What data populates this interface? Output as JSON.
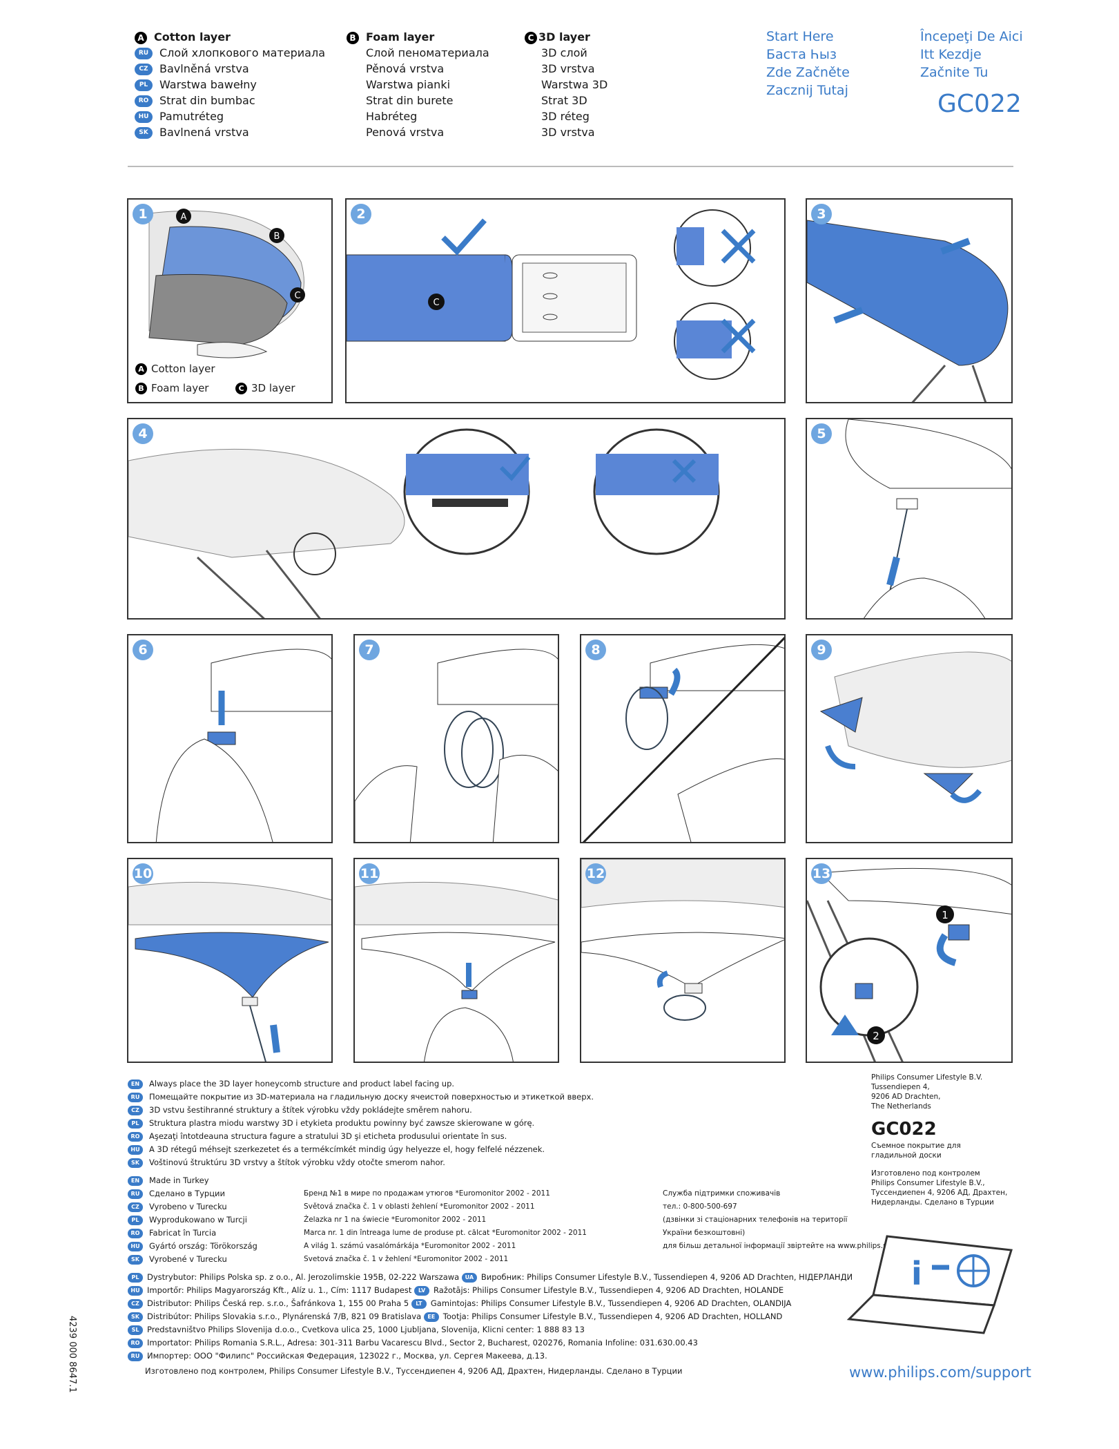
{
  "header": {
    "col1": [
      {
        "badge": "A",
        "text": "Cotton layer",
        "bold": true
      },
      {
        "lang": "RU",
        "text": "Слой хлопкового материала"
      },
      {
        "lang": "CZ",
        "text": "Bavlněná vrstva"
      },
      {
        "lang": "PL",
        "text": "Warstwa bawełny"
      },
      {
        "lang": "RO",
        "text": "Strat din bumbac"
      },
      {
        "lang": "HU",
        "text": "Pamutréteg"
      },
      {
        "lang": "SK",
        "text": "Bavlnená vrstva"
      }
    ],
    "col2": [
      {
        "badge": "B",
        "text": "Foam layer",
        "bold": true
      },
      {
        "text": "Слой пеноматериала"
      },
      {
        "text": "Pěnová vrstva"
      },
      {
        "text": "Warstwa pianki"
      },
      {
        "text": "Strat din burete"
      },
      {
        "text": "Habréteg"
      },
      {
        "text": "Penová vrstva"
      }
    ],
    "col3": [
      {
        "badge": "C",
        "text": "3D layer",
        "bold": true
      },
      {
        "text": "3D слой"
      },
      {
        "text": "3D vrstva"
      },
      {
        "text": "Warstwa 3D"
      },
      {
        "text": "Strat 3D"
      },
      {
        "text": "3D réteg"
      },
      {
        "text": "3D vrstva"
      }
    ],
    "start_links_1": [
      "Start Here",
      "Баста Һыз",
      "Zde Začněte",
      "Zacznij Tutaj"
    ],
    "start_links_2": [
      "Începeţi De Aici",
      "Itt Kezdje",
      "Začnite Tu"
    ],
    "model": "GC022"
  },
  "panels": {
    "n1": "1",
    "n2": "2",
    "n3": "3",
    "n4": "4",
    "n5": "5",
    "n6": "6",
    "n7": "7",
    "n8": "8",
    "n9": "9",
    "n10": "10",
    "n11": "11",
    "n12": "12",
    "n13": "13",
    "p1_labels": {
      "A": "A",
      "B": "B",
      "C": "C",
      "cotton": "Cotton layer",
      "foam": "Foam layer",
      "threed": "3D layer"
    },
    "p2_label": "C",
    "p13_marks": {
      "one": "1",
      "two": "2"
    }
  },
  "notes": [
    {
      "lang": "EN",
      "text": "Always place the 3D layer honeycomb structure and product label facing up."
    },
    {
      "lang": "RU",
      "text": "Помещайте покрытие из 3D-материала на гладильную доску ячеистой поверхностью и этикеткой вверх."
    },
    {
      "lang": "CZ",
      "text": "3D vstvu šestihranné struktury a štítek výrobku vždy pokládejte směrem nahoru."
    },
    {
      "lang": "PL",
      "text": "Struktura plastra miodu warstwy 3D i etykieta produktu powinny być zawsze skierowane w górę."
    },
    {
      "lang": "RO",
      "text": "Aşezaţi întotdeauna structura fagure a stratului 3D şi eticheta produsului orientate în sus."
    },
    {
      "lang": "HU",
      "text": "A 3D rétegű méhsejt szerkezetet és a termékcímkét mindig úgy helyezze el, hogy felfelé nézzenek."
    },
    {
      "lang": "SK",
      "text": "Voštinovú štruktúru 3D vrstvy a štítok výrobku vždy otočte smerom nahor."
    }
  ],
  "made_in": [
    {
      "lang": "EN",
      "text": "Made in Turkey"
    },
    {
      "lang": "RU",
      "text": "Сделано в Турции"
    },
    {
      "lang": "CZ",
      "text": "Vyrobeno v Turecku"
    },
    {
      "lang": "PL",
      "text": "Wyprodukowano w Turcji"
    },
    {
      "lang": "RO",
      "text": "Fabricat în Turcia"
    },
    {
      "lang": "HU",
      "text": "Gyártó ország: Törökország"
    },
    {
      "lang": "SK",
      "text": "Vyrobené v Turecku"
    }
  ],
  "brand_lines": [
    "Бренд №1 в мире по продажам утюгов *Euromonitor 2002 - 2011",
    "Světová značka č. 1 v oblasti žehlení *Euromonitor 2002 - 2011",
    "Żelazka nr 1 na świecie *Euromonitor 2002 - 2011",
    "Marca nr. 1 din întreaga lume de produse pt. călcat *Euromonitor 2002 - 2011",
    "A világ 1. számú vasalómárkája *Euromonitor 2002 - 2011",
    "Svetová značka č. 1 v žehlení *Euromonitor 2002 - 2011"
  ],
  "support_lines": [
    "Служба підтримки споживачів",
    "тел.: 0-800-500-697",
    "(дзвінки зі стаціонарних телефонів на території",
    "України безкоштовні)",
    "для більш детальної інформації звіртейтe на www.philips.ua"
  ],
  "distributors": [
    {
      "lang": "PL",
      "text": "Dystrybutor: Philips Polska sp. z o.o., Al. Jerozolimskie 195B, 02-222 Warszawa"
    },
    {
      "lang": "UA",
      "text": "Виробник: Philips Consumer Lifestyle B.V., Tussendiepen 4, 9206 AD Drachten, НІДЕРЛАНДИ"
    },
    {
      "lang": "HU",
      "text": "Importőr: Philips Magyarország Kft., Alíz u. 1., Cím: 1117 Budapest"
    },
    {
      "lang": "LV",
      "text": "Ražotājs: Philips Consumer Lifestyle B.V., Tussendiepen 4, 9206 AD Drachten, HOLANDE"
    },
    {
      "lang": "CZ",
      "text": "Distributor: Philips Česká rep. s.r.o., Šafránkova 1, 155 00 Praha 5"
    },
    {
      "lang": "LT",
      "text": "Gamintojas: Philips Consumer Lifestyle B.V., Tussendiepen 4, 9206 AD Drachten, OLANDIJA"
    },
    {
      "lang": "SK",
      "text": "Distribútor: Philips Slovakia s.r.o., Plynárenská 7/B, 821 09 Bratislava"
    },
    {
      "lang": "EE",
      "text": "Tootja: Philips Consumer Lifestyle B.V., Tussendiepen 4, 9206 AD Drachten, HOLLAND"
    },
    {
      "lang": "SL",
      "text": "Predstavništvo Philips Slovenija d.o.o., Cvetkova ulica 25, 1000 Ljubljana, Slovenija, Klicni center: 1 888 83 13"
    },
    {
      "lang": "RO",
      "text": "Importator: Philips Romania S.R.L., Adresa: 301-311 Barbu Vacarescu Blvd., Sector 2, Bucharest, 020276, Romania Infoline: 031.630.00.43"
    },
    {
      "lang": "RU",
      "text": "Импортер: ООО \"Филипс\" Российская Федерация, 123022 г., Москва, ул. Сергея Макеева, д.13."
    }
  ],
  "footer_line": "Изготовлено под контролем, Philips Consumer Lifestyle B.V., Туссендиепен 4, 9206 АД, Драхтен, Нидерланды. Сделано в Турции",
  "address": [
    "Philips Consumer Lifestyle B.V.",
    "Tussendiepen 4,",
    "9206 AD Drachten,",
    "The Netherlands"
  ],
  "model_small": "GC022",
  "description": [
    "Съемное покрытие для",
    "гладильной доски"
  ],
  "manufacture": [
    "Изготовлено под контролем",
    "Philips Consumer Lifestyle B.V.,",
    "Туссендиепен 4, 9206 АД, Драхтен,",
    "Нидерланды. Сделано в Турции"
  ],
  "url": "www.philips.com/support",
  "doc_number": "4239 000 8647.1",
  "colors": {
    "accent": "#3a7bc8",
    "panel_blue": "#4a7fd0",
    "badge_blue": "#6fa6e0"
  }
}
